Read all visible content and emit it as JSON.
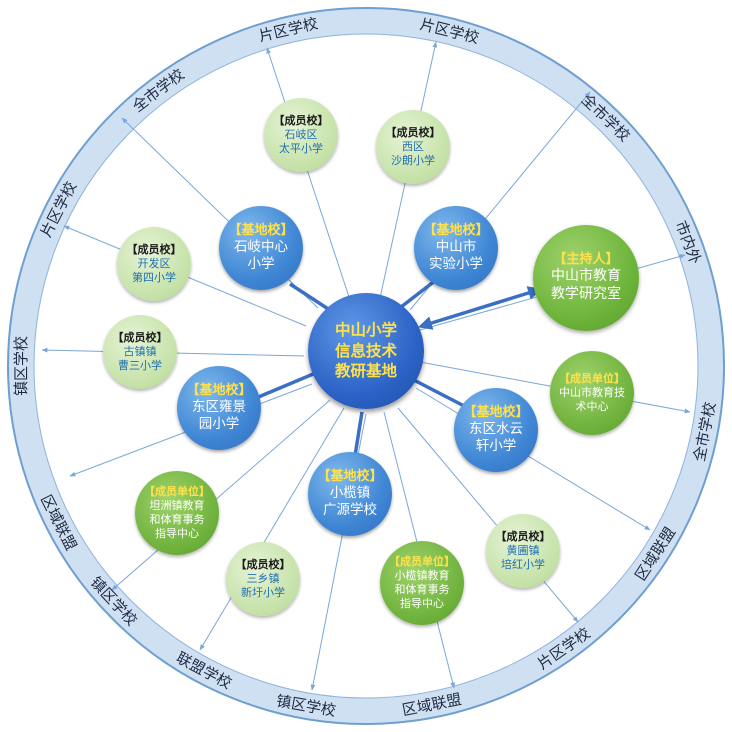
{
  "center": {
    "lines": [
      "中山小学",
      "信息技术",
      "教研基地"
    ]
  },
  "host": {
    "tag": "【主持人】",
    "lines": [
      "中山市教育",
      "教学研究室"
    ]
  },
  "base_schools": [
    {
      "id": "shiqi",
      "tag": "【基地校】",
      "lines": [
        "石岐中心",
        "小学"
      ]
    },
    {
      "id": "shiyan",
      "tag": "【基地校】",
      "lines": [
        "中山市",
        "实验小学"
      ]
    },
    {
      "id": "yongjing",
      "tag": "【基地校】",
      "lines": [
        "东区雍景",
        "园小学"
      ]
    },
    {
      "id": "shuiyun",
      "tag": "【基地校】",
      "lines": [
        "东区水云",
        "轩小学"
      ]
    },
    {
      "id": "guangyuan",
      "tag": "【基地校】",
      "lines": [
        "小榄镇",
        "广源学校"
      ]
    }
  ],
  "member_schools": [
    {
      "id": "taiping",
      "tag": "【成员校】",
      "lines": [
        "石岐区",
        "太平小学"
      ]
    },
    {
      "id": "shalang",
      "tag": "【成员校】",
      "lines": [
        "西区",
        "沙朗小学"
      ]
    },
    {
      "id": "kaifa",
      "tag": "【成员校】",
      "lines": [
        "开发区",
        "第四小学"
      ]
    },
    {
      "id": "caosan",
      "tag": "【成员校】",
      "lines": [
        "古镇镇",
        "曹三小学"
      ]
    },
    {
      "id": "xinyu",
      "tag": "【成员校】",
      "lines": [
        "三乡镇",
        "新圩小学"
      ]
    },
    {
      "id": "peihong",
      "tag": "【成员校】",
      "lines": [
        "黄圃镇",
        "培红小学"
      ]
    }
  ],
  "member_units": [
    {
      "id": "zsjx",
      "tag": "【成员单位】",
      "lines": [
        "中山市教育技",
        "术中心"
      ]
    },
    {
      "id": "tanzhou",
      "tag": "【成员单位】",
      "lines": [
        "坦洲镇教育",
        "和体育事务",
        "指导中心"
      ]
    },
    {
      "id": "xiaolan",
      "tag": "【成员单位】",
      "lines": [
        "小榄镇教育",
        "和体育事务",
        "指导中心"
      ]
    }
  ],
  "ring_labels": [
    {
      "text": "片区学校",
      "angle": -103
    },
    {
      "text": "片区学校",
      "angle": -76
    },
    {
      "text": "全市学校",
      "angle": -46
    },
    {
      "text": "市内外",
      "angle": -21
    },
    {
      "text": "全市学校",
      "angle": 11
    },
    {
      "text": "区域联盟",
      "angle": 33
    },
    {
      "text": "片区学校",
      "angle": 55
    },
    {
      "text": "区域联盟",
      "angle": 79
    },
    {
      "text": "镇区学校",
      "angle": 100
    },
    {
      "text": "联盟学校",
      "angle": 118
    },
    {
      "text": "镇区学校",
      "angle": 137
    },
    {
      "text": "区域联盟",
      "angle": 153
    },
    {
      "text": "镇区学校",
      "angle": 180
    },
    {
      "text": "片区学校",
      "angle": 207
    },
    {
      "text": "全市学校",
      "angle": 233
    }
  ],
  "colors": {
    "ring_fill": "#cfe0f2",
    "ring_stroke": "#6f9fd0",
    "thin_line": "#7aa7d8",
    "thick_line": "#3b6fc4",
    "center": "#2c63c6",
    "base": "#3f86d4",
    "member": "#c4e1a6",
    "unit": "#6fb23c",
    "host": "#6db43a",
    "label_yellow": "#ffe14a"
  }
}
